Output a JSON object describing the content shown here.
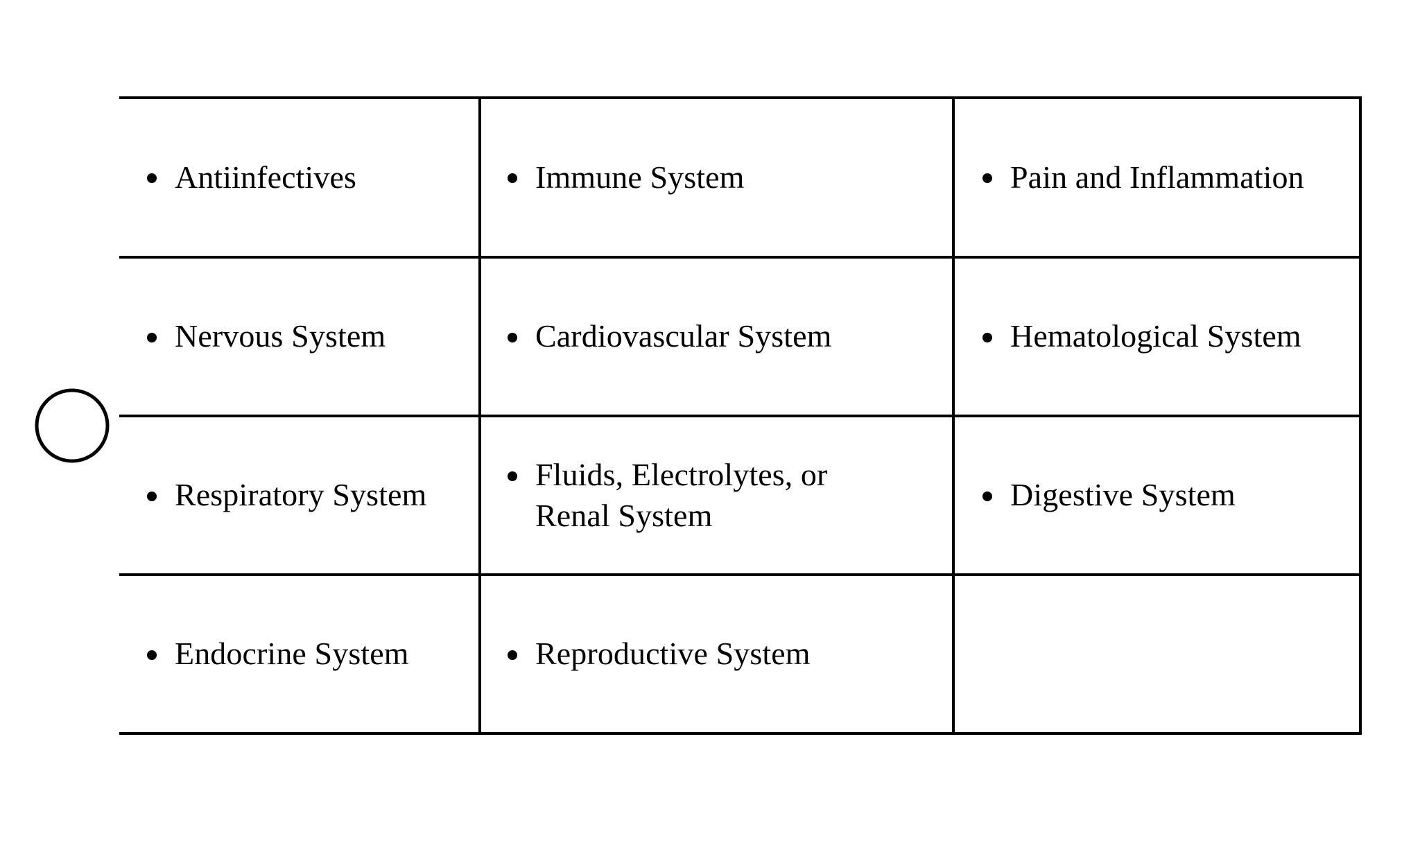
{
  "document": {
    "type": "table",
    "background_color": "#ffffff",
    "text_color": "#000000",
    "border_color": "#000000"
  },
  "table": {
    "columns": 3,
    "rows": 4,
    "cells": [
      [
        {
          "text": "Antiinfectives",
          "bulleted": true,
          "empty": false
        },
        {
          "text": "Immune System",
          "bulleted": true,
          "empty": false
        },
        {
          "text": "Pain and Inflammation",
          "bulleted": true,
          "empty": false
        }
      ],
      [
        {
          "text": "Nervous System",
          "bulleted": true,
          "empty": false
        },
        {
          "text": "Cardiovascular System",
          "bulleted": true,
          "empty": false
        },
        {
          "text": "Hematological System",
          "bulleted": true,
          "empty": false
        }
      ],
      [
        {
          "text": "Respiratory System",
          "bulleted": true,
          "empty": false
        },
        {
          "text": "Fluids, Electrolytes, or\nRenal System",
          "bulleted": true,
          "empty": false
        },
        {
          "text": "Digestive System",
          "bulleted": true,
          "empty": false
        }
      ],
      [
        {
          "text": "Endocrine System",
          "bulleted": true,
          "empty": false
        },
        {
          "text": "Reproductive System",
          "bulleted": true,
          "empty": false
        },
        {
          "text": "",
          "bulleted": false,
          "empty": true
        }
      ]
    ]
  },
  "annotations": {
    "circle": {
      "shape": "circle-outline",
      "color": "#000000",
      "label": ""
    }
  }
}
